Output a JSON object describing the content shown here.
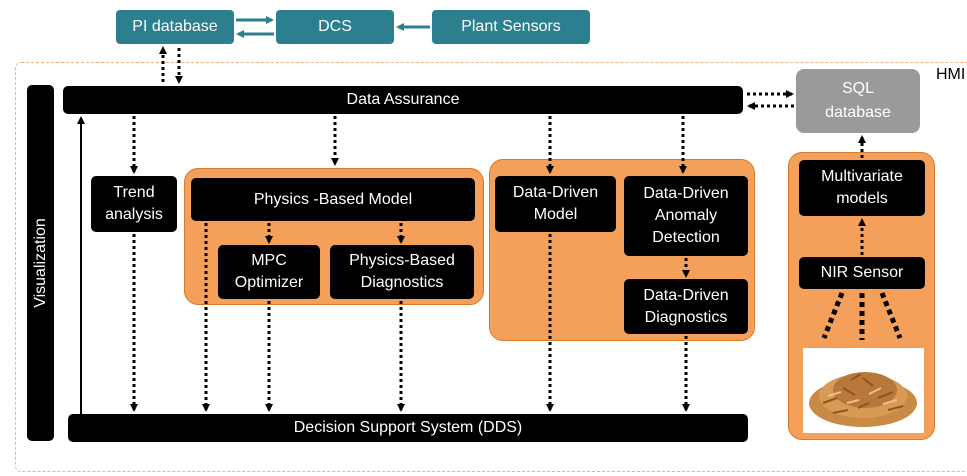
{
  "top": {
    "pi_database": "PI database",
    "dcs": "DCS",
    "plant_sensors": "Plant Sensors"
  },
  "hmi_label": "HMI",
  "visualization": "Visualization",
  "data_assurance": "Data Assurance",
  "sql_database": "SQL\ndatabase",
  "trend_analysis": "Trend\nanalysis",
  "physics_group": {
    "model": "Physics -Based Model",
    "mpc": "MPC\nOptimizer",
    "diagnostics": "Physics-Based\nDiagnostics"
  },
  "data_driven_group": {
    "model": "Data-Driven\nModel",
    "anomaly": "Data-Driven\nAnomaly\nDetection",
    "diagnostics": "Data-Driven\nDiagnostics"
  },
  "nir_group": {
    "multivariate": "Multivariate\nmodels",
    "nir_sensor": "NIR Sensor",
    "sample_image": "wood-chips-photo"
  },
  "dds": "Decision Support System (DDS)",
  "colors": {
    "teal": "#2b7f8f",
    "orange": "#f4a05a",
    "black": "#000000",
    "gray": "#9a9a9a",
    "hmi_border": "#f2b183"
  }
}
